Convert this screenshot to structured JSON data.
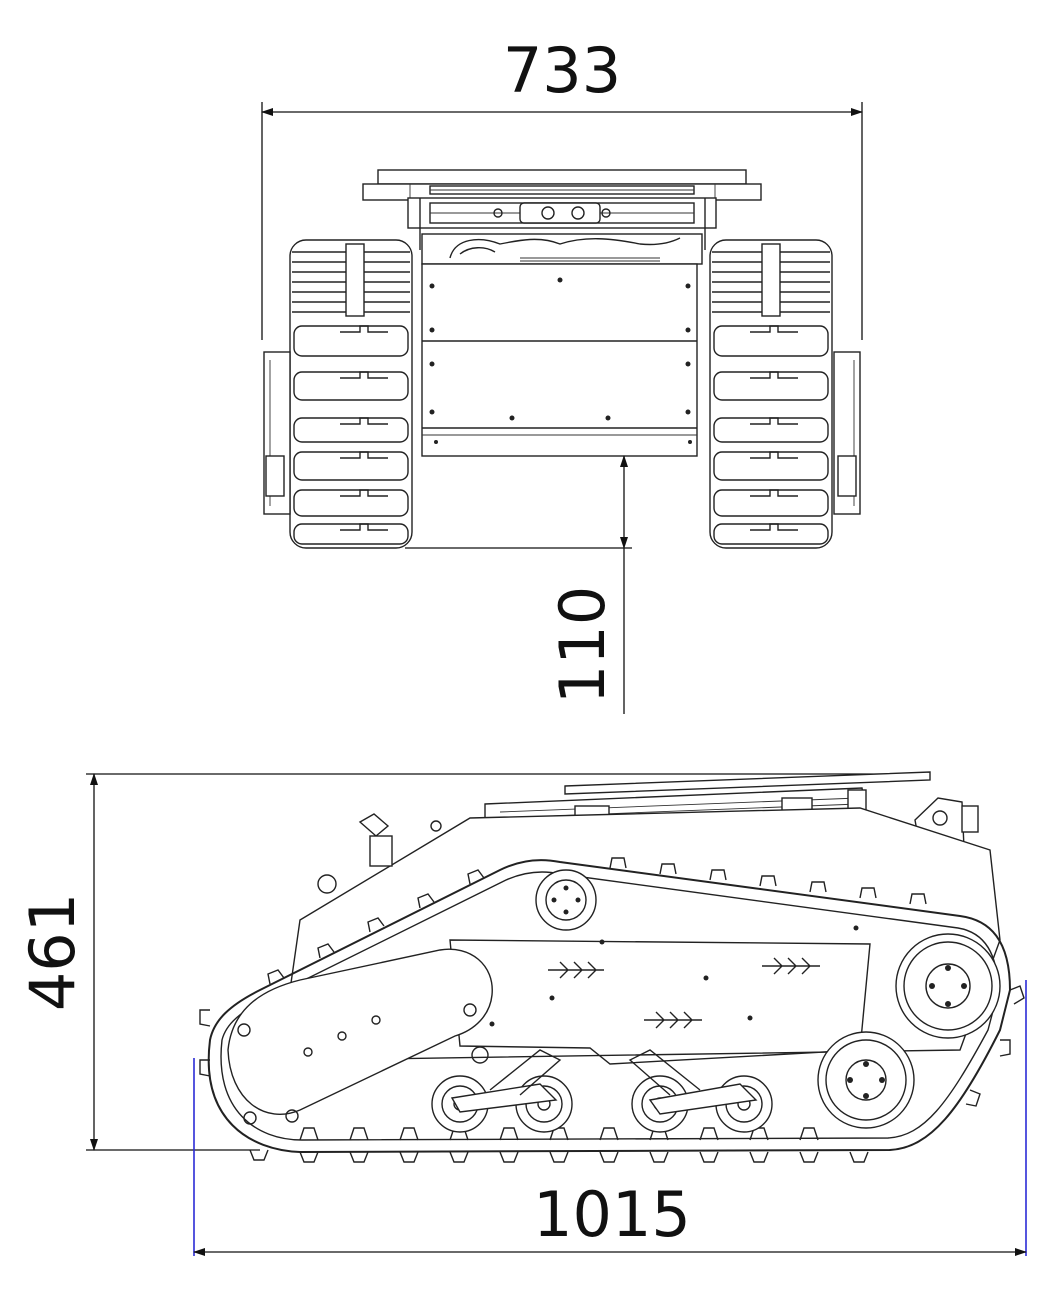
{
  "dimensions": {
    "front_width": "733",
    "ground_clearance": "110",
    "height": "461",
    "length": "1015"
  },
  "colors": {
    "line": "#222222",
    "dimension_line": "#111111",
    "extension_line_blue": "#2b2bd6",
    "background": "#ffffff"
  }
}
